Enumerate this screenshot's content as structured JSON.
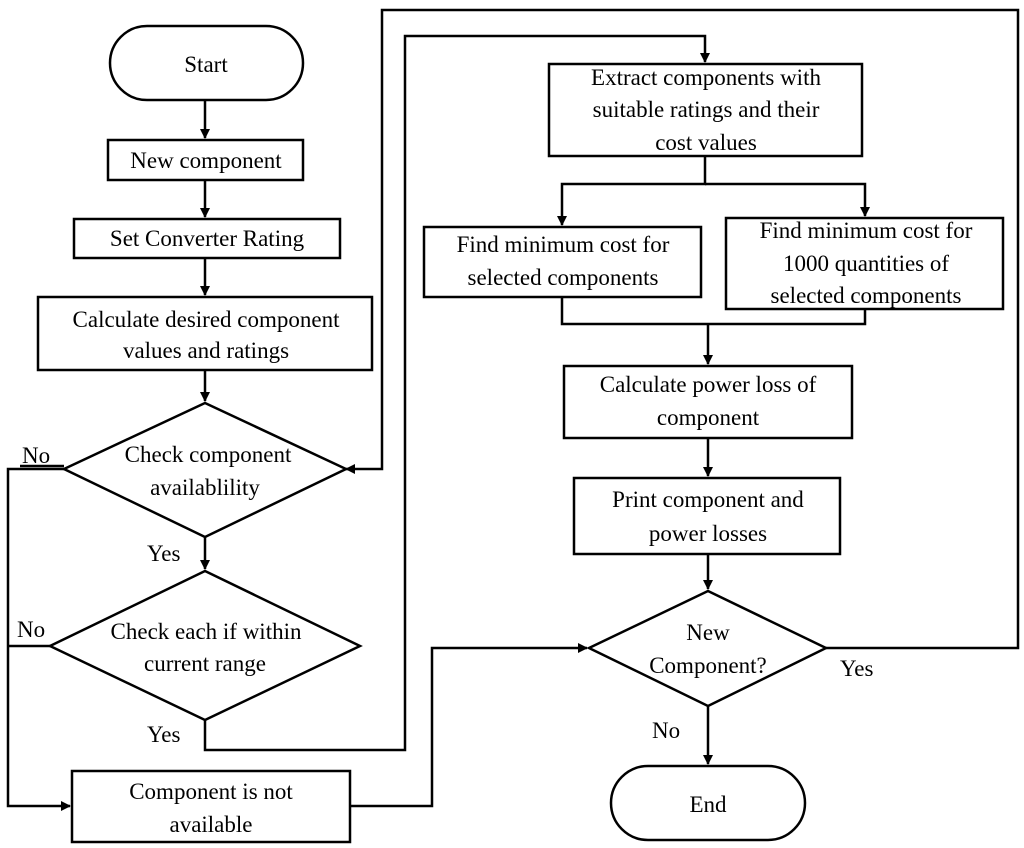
{
  "colors": {
    "stroke": "#000000",
    "background": "#ffffff",
    "text": "#000000"
  },
  "nodes": {
    "start": {
      "label": "Start"
    },
    "new_component": {
      "label": "New component"
    },
    "set_rating": {
      "label": "Set Converter Rating"
    },
    "calculate": {
      "lines": [
        "Calculate desired component",
        "values and ratings"
      ]
    },
    "check_availability": {
      "lines": [
        "Check component",
        "availablility"
      ]
    },
    "check_range": {
      "lines": [
        "Check each if within",
        "current range"
      ]
    },
    "not_available": {
      "lines": [
        "Component is not",
        "available"
      ]
    },
    "extract": {
      "lines": [
        "Extract components with",
        "suitable ratings and their",
        "cost values"
      ]
    },
    "min_cost_selected": {
      "lines": [
        "Find minimum cost for",
        "selected components"
      ]
    },
    "min_cost_1000": {
      "lines": [
        "Find minimum cost for",
        "1000 quantities of",
        "selected components"
      ]
    },
    "power_loss": {
      "lines": [
        "Calculate power loss of",
        "component"
      ]
    },
    "print": {
      "lines": [
        "Print component  and",
        "power losses"
      ]
    },
    "new_component_q": {
      "lines": [
        "New",
        "Component?"
      ]
    },
    "end": {
      "label": "End"
    }
  },
  "edge_labels": {
    "availability_no": "No",
    "availability_yes": "Yes",
    "range_no": "No",
    "range_yes": "Yes",
    "new_component_yes": "Yes",
    "new_component_no": "No"
  }
}
